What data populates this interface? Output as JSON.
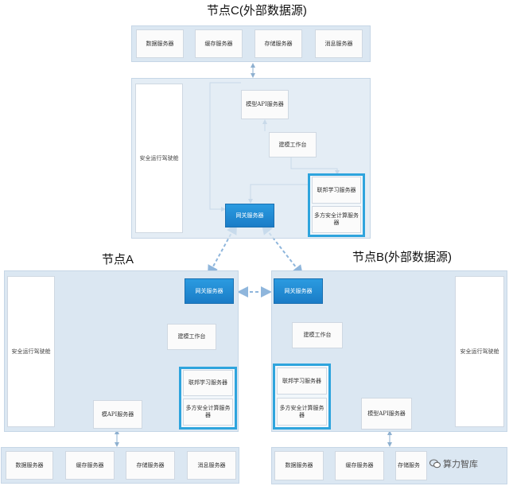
{
  "node_c": {
    "title": "节点C(外部数据源)",
    "storage": [
      "数据服务器",
      "缓存服务器",
      "存储服务器",
      "消息服务器"
    ],
    "safety": "安全运行驾驶舱",
    "model_api": "模型API服务器",
    "workbench": "建模工作台",
    "federated": "联邦学习服务器",
    "mpc": "多方安全计算服务器",
    "gateway": "网关服务器"
  },
  "node_a": {
    "title": "节点A",
    "safety": "安全运行驾驶舱",
    "gateway": "网关服务器",
    "workbench": "建模工作台",
    "federated": "联邦学习服务器",
    "mpc": "多方安全计算服务器",
    "model_api": "模API服务器",
    "storage": [
      "数据服务器",
      "缓存服务器",
      "存储服务器",
      "消息服务器"
    ]
  },
  "node_b": {
    "title": "节点B(外部数据源)",
    "safety": "安全运行驾驶舱",
    "gateway": "网关服务器",
    "workbench": "建模工作台",
    "federated": "联邦学习服务器",
    "mpc": "多方安全计算服务器",
    "model_api": "模型API服务器",
    "storage": [
      "数据服务器",
      "缓存服务器",
      "存储服务"
    ]
  },
  "watermark": "算力智库",
  "colors": {
    "panel": "#dbe7f2",
    "gateway": "#1f88d0",
    "group_border": "#2ea4dd",
    "arrow": "#8eb0d0",
    "dashed_link": "#8fb6dc"
  }
}
